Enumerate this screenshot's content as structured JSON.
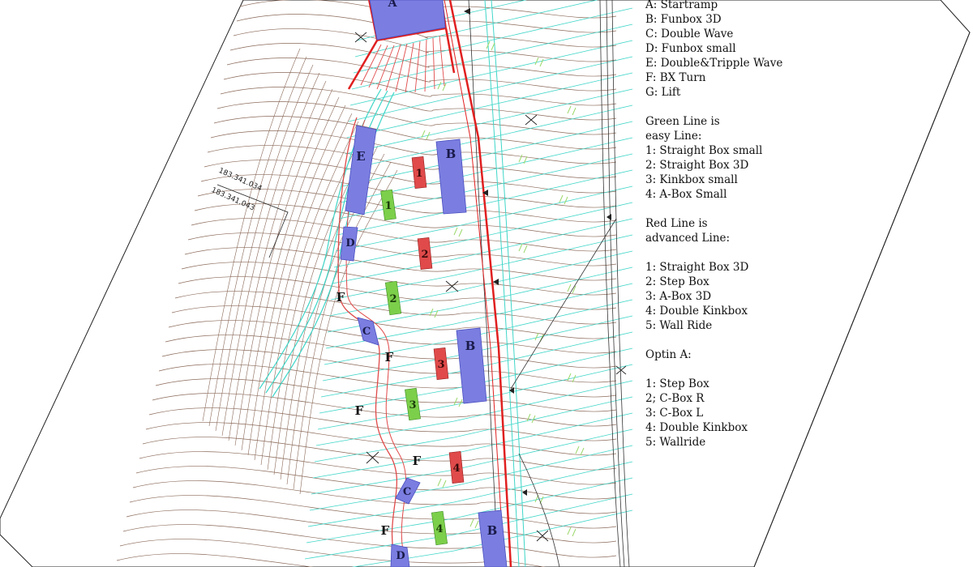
{
  "legend": {
    "features": [
      "A: Startramp",
      "B: Funbox 3D",
      "C: Double Wave",
      "D: Funbox small",
      "E: Double&Tripple Wave",
      "F: BX Turn",
      "G: Lift"
    ],
    "green_title_1": "Green Line is",
    "green_title_2": "easy Line:",
    "green_items": [
      "1: Straight Box small",
      "2: Straight Box 3D",
      "3: Kinkbox small",
      "4: A-Box Small"
    ],
    "red_title_1": "Red Line is",
    "red_title_2": "advanced Line:",
    "red_items": [
      "1: Straight Box 3D",
      "2: Step Box",
      "3: A-Box 3D",
      "4: Double Kinkbox",
      "5: Wall Ride"
    ],
    "option_title": "Optin A:",
    "option_items": [
      "1: Step Box",
      "2; C-Box R",
      "3: C-Box L",
      "4: Double Kinkbox",
      "5: Wallride"
    ]
  },
  "coordinates": {
    "upper": "183.341.034",
    "lower": "183.341.043"
  },
  "colors": {
    "blue_feature": "#7b7ee0",
    "red_obstacle": "#e04a4a",
    "green_obstacle": "#7ccf4a",
    "contour": "#8b6a5a",
    "cyan_line": "#3fd6c8",
    "red_line": "#e02020",
    "green_line": "#9bd86a"
  },
  "features": [
    {
      "letter": "A"
    },
    {
      "letter": "B"
    },
    {
      "letter": "B"
    },
    {
      "letter": "B"
    },
    {
      "letter": "E"
    },
    {
      "letter": "D"
    },
    {
      "letter": "D"
    },
    {
      "letter": "C"
    },
    {
      "letter": "C"
    },
    {
      "letter": "F"
    },
    {
      "letter": "F"
    },
    {
      "letter": "F"
    },
    {
      "letter": "F"
    },
    {
      "letter": "F"
    }
  ],
  "green_obstacles": [
    "1",
    "2",
    "3",
    "4"
  ],
  "red_obstacles": [
    "1",
    "2",
    "3",
    "4"
  ]
}
